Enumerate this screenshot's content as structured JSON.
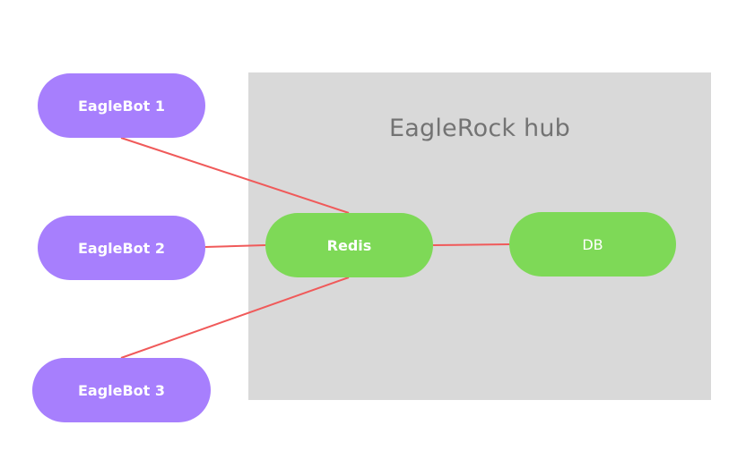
{
  "hub": {
    "title": "EagleRock hub",
    "color": "#d9d9d9"
  },
  "nodes": {
    "bot1": "EagleBot 1",
    "bot2": "EagleBot 2",
    "bot3": "EagleBot 3",
    "redis": "Redis",
    "db": "DB"
  },
  "colors": {
    "bot": "#a77ffd",
    "service": "#7ed957",
    "connector": "#f05a5a"
  },
  "connections": [
    {
      "from": "EagleBot 1",
      "to": "Redis"
    },
    {
      "from": "EagleBot 2",
      "to": "Redis"
    },
    {
      "from": "EagleBot 3",
      "to": "Redis"
    },
    {
      "from": "Redis",
      "to": "DB"
    }
  ]
}
